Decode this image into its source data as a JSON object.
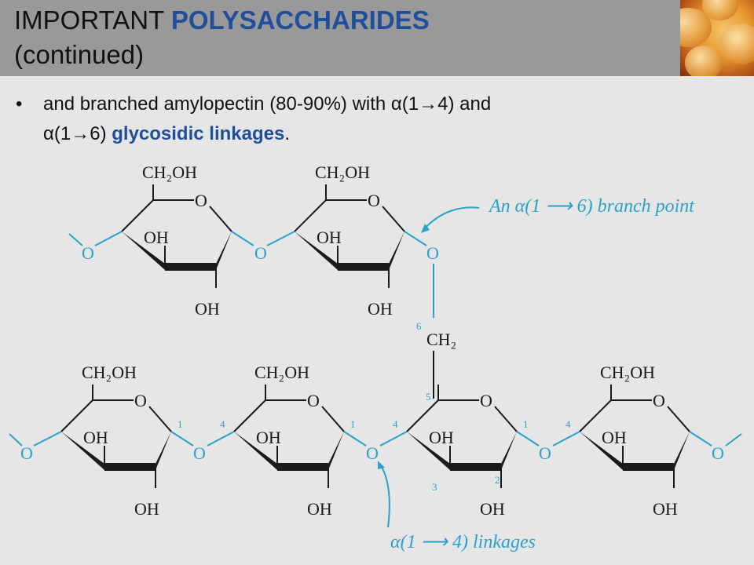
{
  "header": {
    "title_part1": "IMPORTANT ",
    "title_highlight": "POLYSACCHARIDES",
    "title_part2": "(continued)"
  },
  "bullet": {
    "dot": "•",
    "text_a": "and branched amylopectin (80-90%) with ",
    "alpha1": "α",
    "text_b": "(1→4) and",
    "alpha2": "α",
    "text_c": "(1→6) ",
    "keyword": "glycosidic linkages",
    "text_d": "."
  },
  "diagram": {
    "ch2oh": "CH₂OH",
    "ring_o": "O",
    "oh": "OH",
    "link_o": "O",
    "ch2": "CH₂",
    "branch_label": "An α(1 ⟶ 6) branch point",
    "linkage_label": "α(1 ⟶ 4) linkages",
    "pos1": "1",
    "pos2": "2",
    "pos3": "3",
    "pos4": "4",
    "pos5": "5",
    "pos6": "6"
  },
  "colors": {
    "header_bg": "#999999",
    "page_bg": "#e6e6e6",
    "highlight": "#1f4f9a",
    "linkage": "#2aa1cc"
  }
}
